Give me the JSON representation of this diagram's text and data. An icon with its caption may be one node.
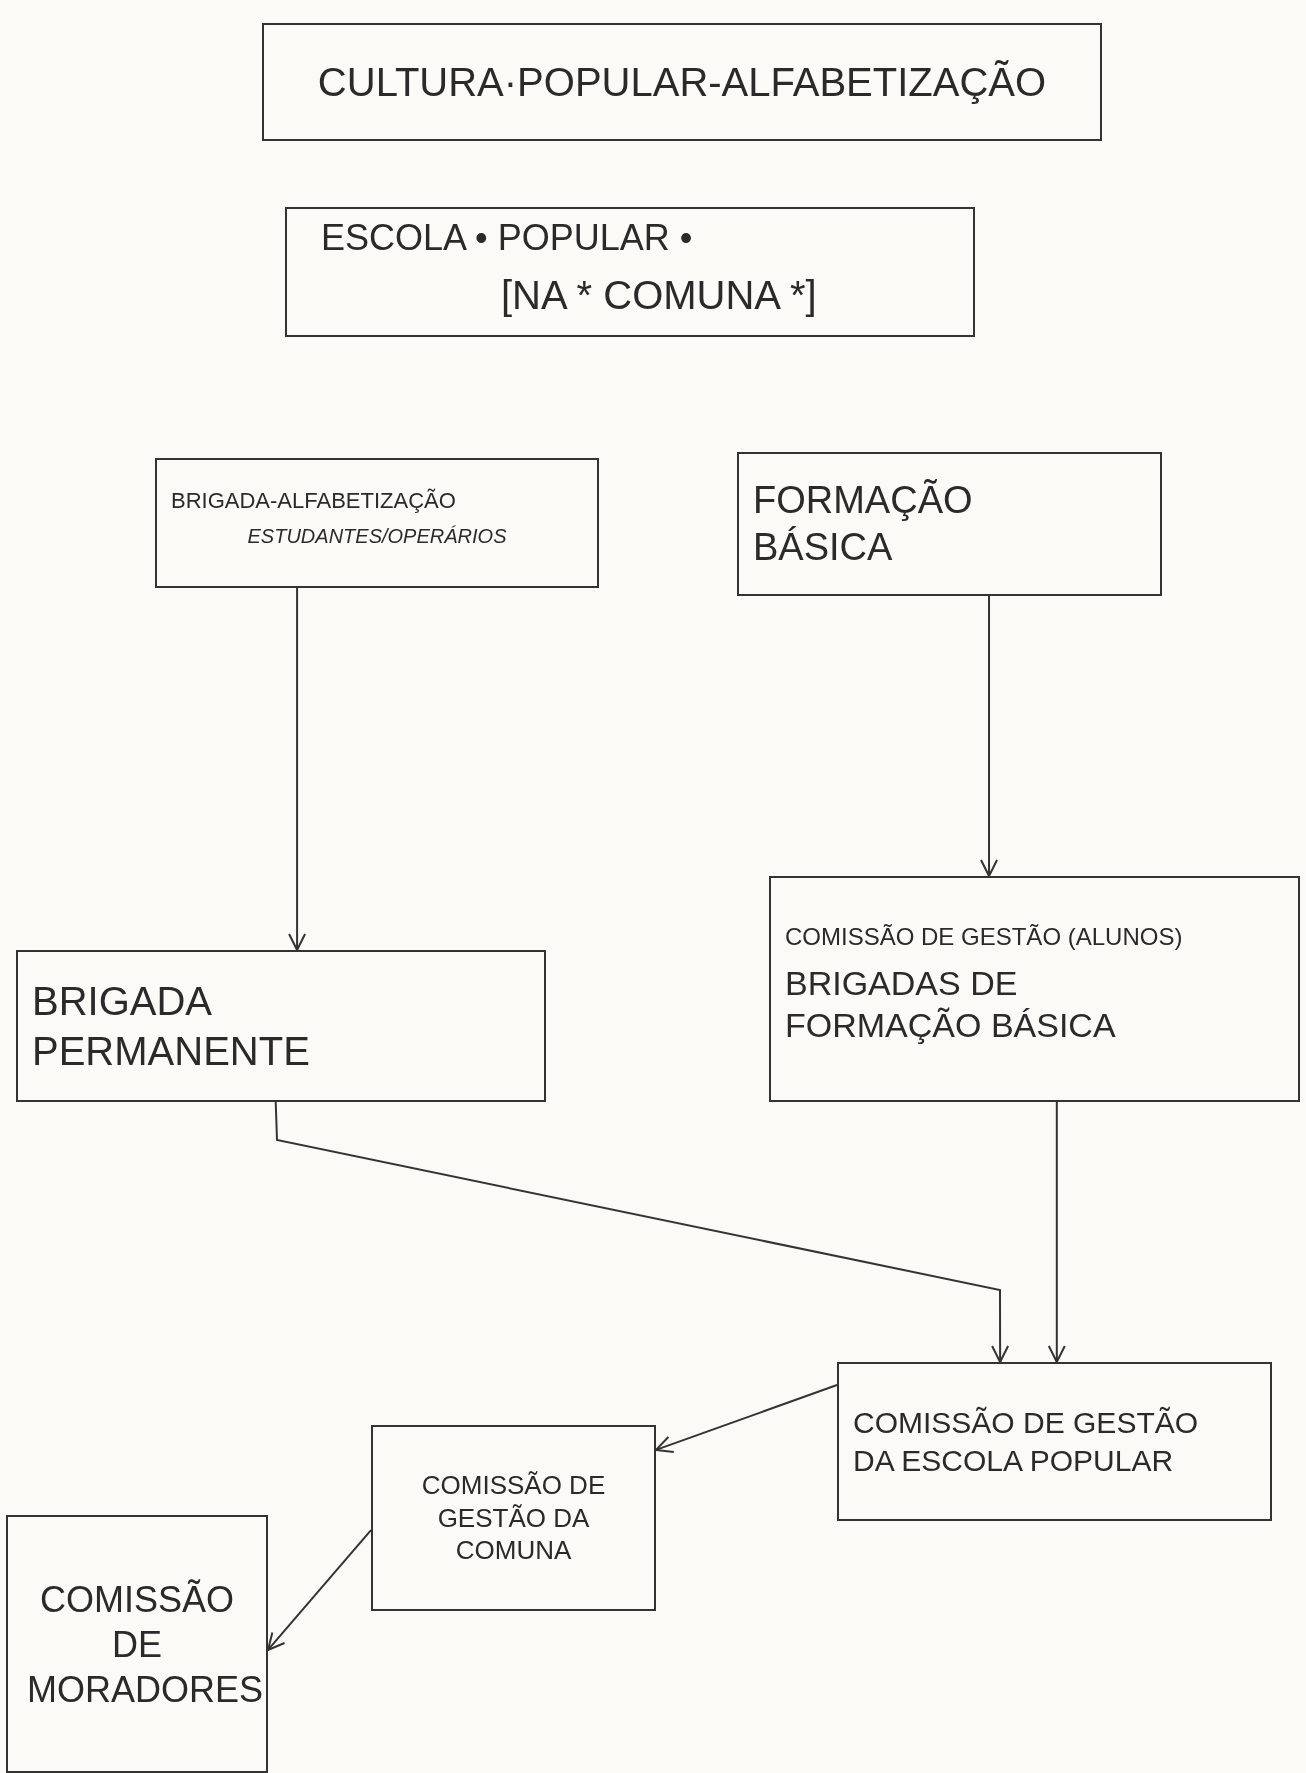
{
  "diagram": {
    "nodes": [
      {
        "text": [
          "CULTURA·POPULAR-ALFABETIZAÇÃO"
        ]
      },
      {
        "text": [
          "ESCOLA • POPULAR •",
          "[NA * COMUNA *]"
        ]
      },
      {
        "text": [
          "BRIGADA-ALFABETIZAÇÃO",
          "ESTUDANTES/OPERÁRIOS"
        ]
      },
      {
        "text": [
          "FORMAÇÃO BÁSICA"
        ]
      },
      {
        "text": [
          "BRIGADA PERMANENTE"
        ]
      },
      {
        "text": [
          "COMISSÃO DE GESTÃO (ALUNOS)",
          "BRIGADAS DE FORMAÇÃO BÁSICA"
        ]
      },
      {
        "text": [
          "COMISSÃO DE GESTÃO DA ESCOLA POPULAR"
        ]
      },
      {
        "text": [
          "COMISSÃO DE GESTÃO DA COMUNA"
        ]
      },
      {
        "text": [
          "COMISSÃO DE MORADORES"
        ]
      }
    ],
    "edges": [
      {
        "from": 2,
        "to": 4,
        "arrow": "to"
      },
      {
        "from": 3,
        "to": 5,
        "arrow": "to"
      },
      {
        "from": 4,
        "to": 6,
        "arrow": "to"
      },
      {
        "from": 5,
        "to": 6,
        "arrow": "to"
      },
      {
        "from": 6,
        "to": 7,
        "arrow": "to"
      },
      {
        "from": 7,
        "to": 8,
        "arrow": "to"
      }
    ]
  }
}
